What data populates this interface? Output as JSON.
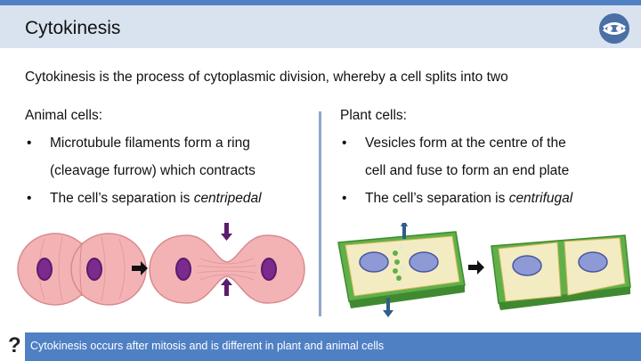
{
  "slide": {
    "title": "Cytokinesis",
    "logo_icon": "eye-logo-icon",
    "intro": "Cytokinesis is the process of cytoplasmic division, whereby a cell splits into two"
  },
  "animal": {
    "heading": "Animal cells:",
    "bullet1_line1": "Microtubule filaments form a ring",
    "bullet1_line2": "(cleavage furrow) which contracts",
    "bullet2_prefix": "The cell’s separation is ",
    "bullet2_emphasis": "centripedal"
  },
  "plant": {
    "heading": "Plant cells:",
    "bullet1_line1": "Vesicles form at the centre of the",
    "bullet1_line2": "cell and fuse to form an end plate",
    "bullet2_prefix": "The cell’s separation is ",
    "bullet2_emphasis": "centrifugal"
  },
  "bullet_glyph": "•",
  "footer": {
    "question_glyph": "?",
    "text": "Cytokinesis occurs after mitosis and is different in plant and animal cells"
  },
  "colors": {
    "accent": "#4f80c4",
    "header_bg": "#d9e2ef",
    "animal_cell": "#f3b3b5",
    "nucleus": "#7c2a8e",
    "plant_wall": "#5fb04a",
    "plant_cytoplasm": "#f3ecc2",
    "divider": "#8fa6c9"
  }
}
